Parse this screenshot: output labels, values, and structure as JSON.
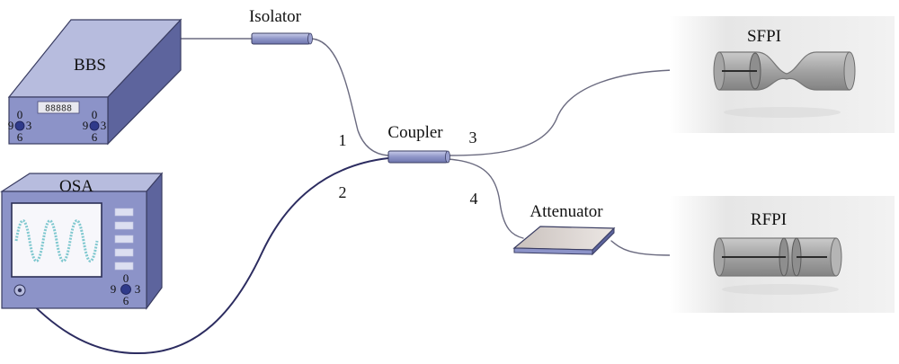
{
  "devices": {
    "bbs": {
      "label": "BBS",
      "display": "88888",
      "dial_left": [
        "0",
        "9",
        "3",
        "6"
      ],
      "dial_right": [
        "0",
        "9",
        "3",
        "6"
      ]
    },
    "osa": {
      "label": "OSA",
      "dial": [
        "0",
        "9",
        "3",
        "6"
      ]
    },
    "isolator": {
      "label": "Isolator"
    },
    "coupler": {
      "label": "Coupler"
    },
    "attenuator": {
      "label": "Attenuator"
    },
    "sfpi": {
      "label": "SFPI"
    },
    "rfpi": {
      "label": "RFPI"
    }
  },
  "ports": {
    "p1": "1",
    "p2": "2",
    "p3": "3",
    "p4": "4"
  },
  "colors": {
    "device_body": "#8c93c8",
    "device_side": "#5d649d",
    "device_top": "#b7bcde",
    "fiber": "#4a4a68",
    "fiber_dark": "#2c2c60",
    "sensor_bg": "#e3e3e3",
    "waveform": "#7fc8cf"
  }
}
